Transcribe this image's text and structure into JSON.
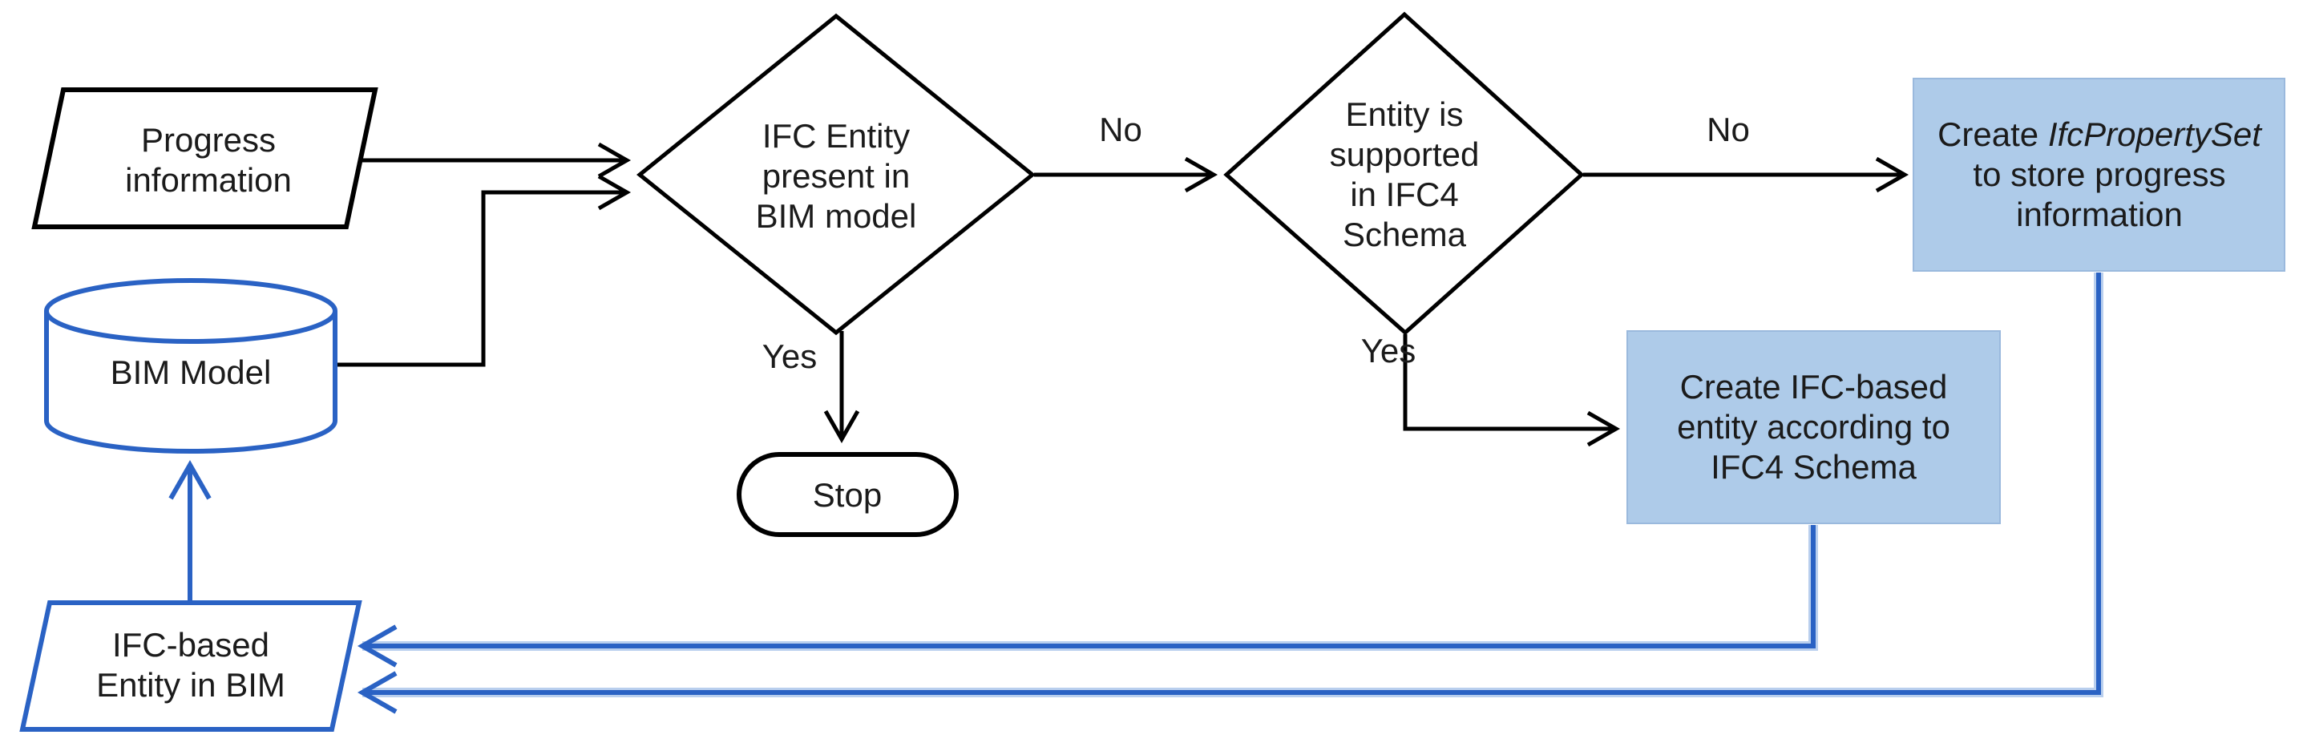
{
  "diagram": {
    "type": "flowchart",
    "nodes": {
      "progress_info": {
        "shape": "parallelogram",
        "lines": [
          "Progress",
          "information"
        ]
      },
      "bim_model": {
        "shape": "cylinder",
        "lines": [
          "BIM Model"
        ]
      },
      "decision_entity_present": {
        "shape": "diamond",
        "lines": [
          "IFC Entity",
          "present in",
          "BIM model"
        ]
      },
      "stop": {
        "shape": "terminator",
        "lines": [
          "Stop"
        ]
      },
      "decision_entity_supported": {
        "shape": "diamond",
        "lines": [
          "Entity is",
          "supported",
          "in IFC4",
          "Schema"
        ]
      },
      "create_property_set": {
        "shape": "process",
        "line1": {
          "normal": "Create ",
          "italic": "IfcPropertySet"
        },
        "lines": [
          "to store progress",
          "information"
        ]
      },
      "create_ifc_entity": {
        "shape": "process",
        "lines": [
          "Create IFC-based",
          "entity according to",
          "IFC4 Schema"
        ]
      },
      "ifc_entity_in_bim": {
        "shape": "parallelogram",
        "lines": [
          "IFC-based",
          "Entity in BIM"
        ]
      }
    },
    "edge_labels": {
      "decision1_no": "No",
      "decision1_yes": "Yes",
      "decision2_no": "No",
      "decision2_yes": "Yes"
    },
    "colors": {
      "line_black": "#000000",
      "line_blue": "#2a62c4",
      "blue_halo": "#b9cfee",
      "process_fill": "#aecbe9",
      "process_border": "#9ab9dd",
      "shape_fill": "#ffffff",
      "text": "#1b1b1b"
    }
  }
}
